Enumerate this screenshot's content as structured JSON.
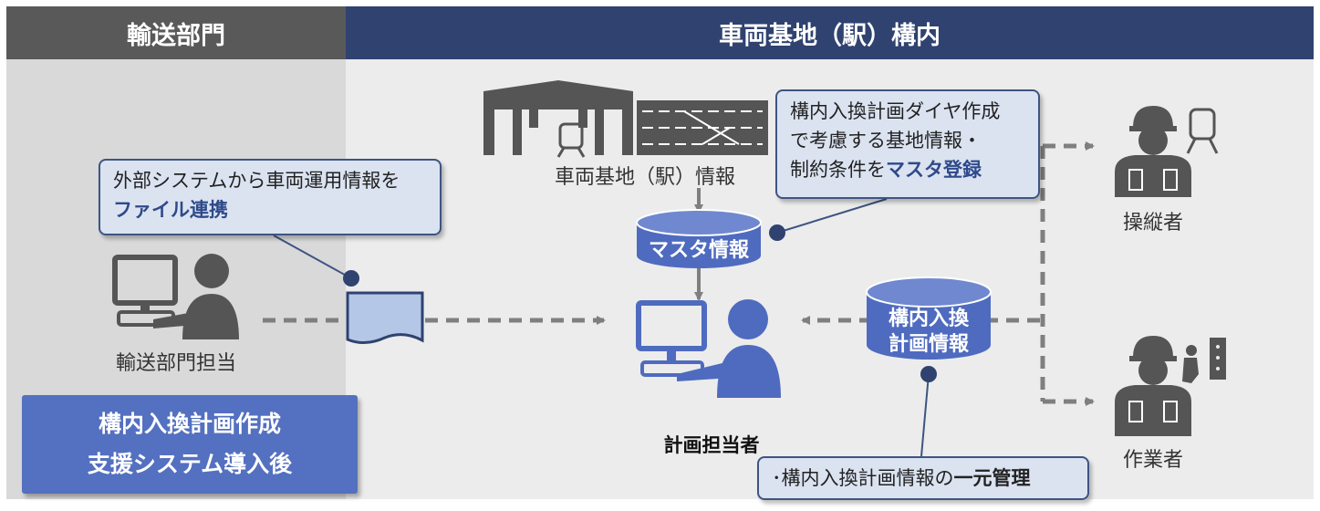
{
  "header": {
    "left_title": "輸送部門",
    "right_title": "車両基地（駅）構内"
  },
  "callouts": {
    "file_link": {
      "line1": "外部システムから車両運用情報を",
      "line2_bold": "ファイル連携"
    },
    "master_reg": {
      "line1": "構内入換計画ダイヤ作成",
      "line2": "で考慮する基地情報・",
      "line3_pre": "制約条件を",
      "line3_bold": "マスタ登録"
    },
    "central_mgmt": {
      "pre": "･構内入換計画情報の",
      "bold": "一元管理"
    }
  },
  "labels": {
    "transport_staff": "輸送部門担当",
    "depot_info": "車両基地（駅）情報",
    "planner": "計画担当者",
    "operator": "操縦者",
    "worker": "作業者"
  },
  "databases": {
    "master": "マスタ情報",
    "plan_line1": "構内入換",
    "plan_line2": "計画情報"
  },
  "badge": {
    "line1": "構内入換計画作成",
    "line2": "支援システム導入後"
  },
  "colors": {
    "left_header": "#595959",
    "right_header": "#2f4270",
    "left_bg": "#d9d9d9",
    "right_bg": "#ededed",
    "accent_blue": "#4f6bbf",
    "badge_blue": "#5470c0",
    "icon_gray": "#555555",
    "arrow_gray": "#7f7f7f"
  }
}
